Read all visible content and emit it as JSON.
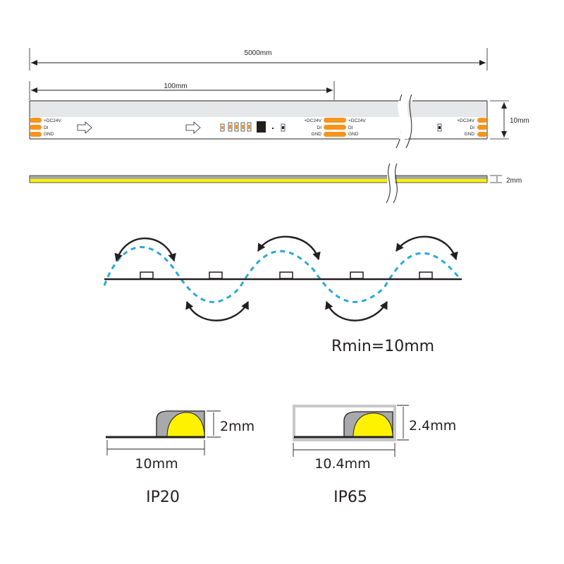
{
  "strip": {
    "total_length": "5000mm",
    "cut_length": "100mm",
    "width": "10mm",
    "thickness": "2mm",
    "pads": {
      "vcc": "+DC24V",
      "data": "DI",
      "gnd": "GND"
    }
  },
  "bend": {
    "radius": "Rmin=10mm"
  },
  "profiles": {
    "ip20": {
      "label": "IP20",
      "width": "10mm",
      "height": "2mm"
    },
    "ip65": {
      "label": "IP65",
      "width": "10.4mm",
      "height": "2.4mm"
    }
  },
  "colors": {
    "line": "#231f20",
    "pad_orange": "#f7941d",
    "led_yellow": "#fff200",
    "wave_blue": "#29a9d9",
    "strip_gray": "#e6e7e8",
    "casing_gray": "#a7a9ac"
  }
}
